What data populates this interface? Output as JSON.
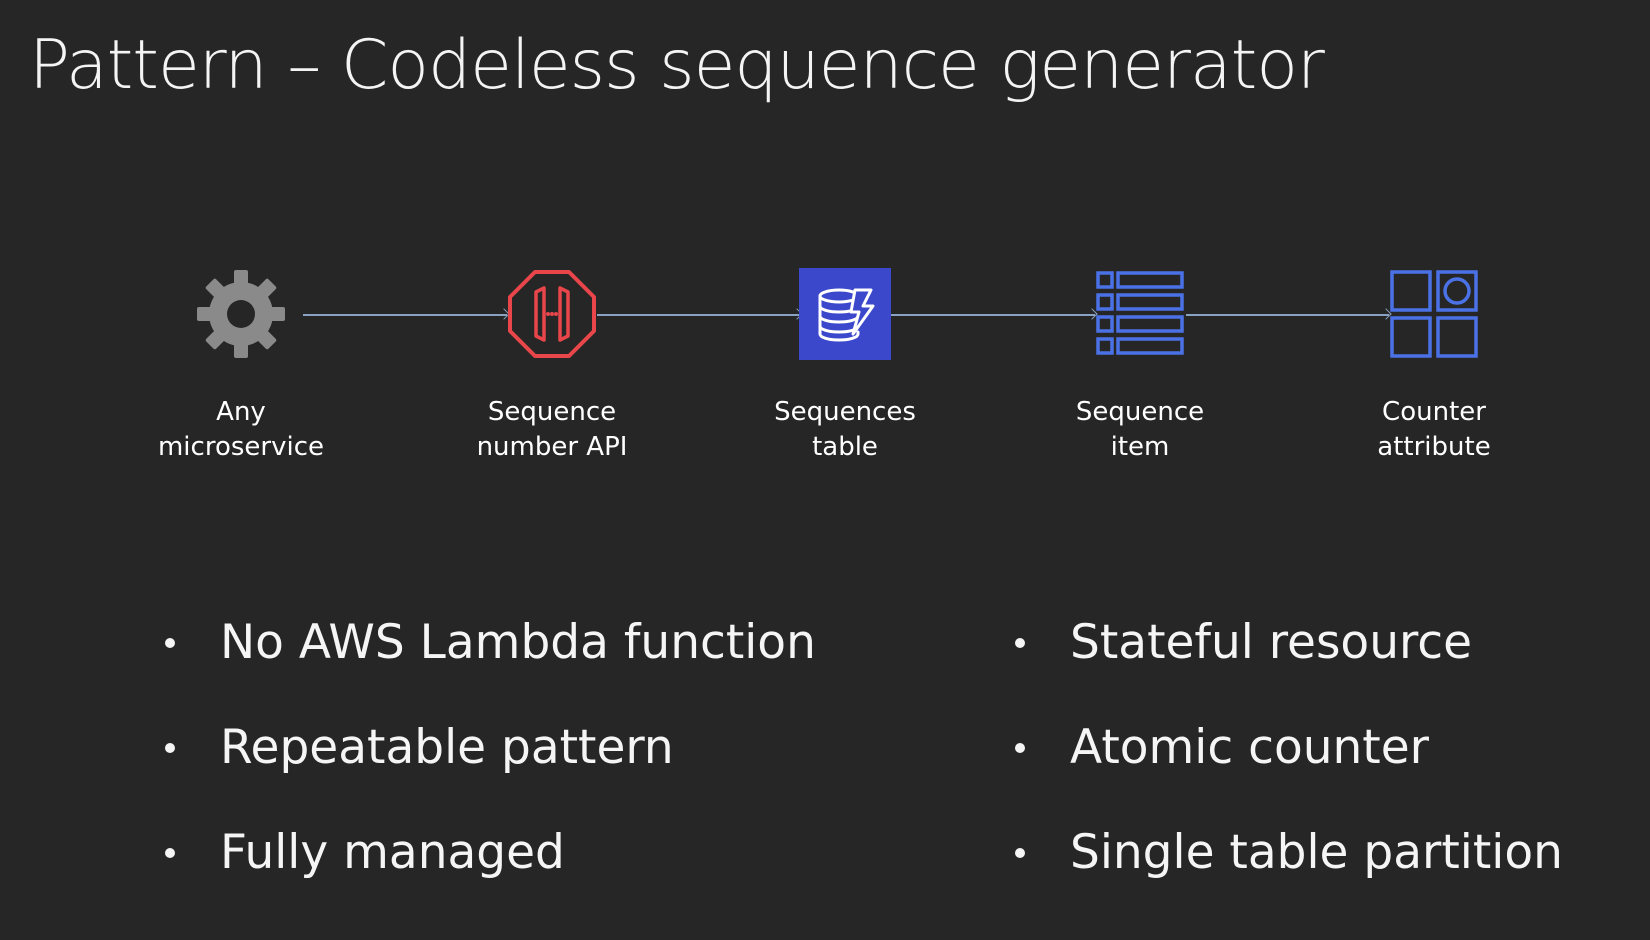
{
  "slide": {
    "title": "Pattern – Codeless sequence generator"
  },
  "flow": {
    "nodes": [
      {
        "id": "any-microservice",
        "line1": "Any",
        "line2": "microservice",
        "icon": "gear-icon"
      },
      {
        "id": "sequence-number-api",
        "line1": "Sequence",
        "line2": "number API",
        "icon": "api-gateway-icon"
      },
      {
        "id": "sequences-table",
        "line1": "Sequences",
        "line2": "table",
        "icon": "dynamodb-icon"
      },
      {
        "id": "sequence-item",
        "line1": "Sequence",
        "line2": "item",
        "icon": "table-item-icon"
      },
      {
        "id": "counter-attribute",
        "line1": "Counter",
        "line2": "attribute",
        "icon": "attribute-icon"
      }
    ]
  },
  "colors": {
    "background": "#262626",
    "gear": "#8a8a8a",
    "api_red": "#e8464a",
    "dynamodb_blue": "#3b48cc",
    "item_blue": "#4a72e6",
    "connector": "#8aa2c2"
  },
  "bullets_left": [
    "No AWS Lambda function",
    "Repeatable pattern",
    "Fully managed"
  ],
  "bullets_right": [
    "Stateful resource",
    "Atomic counter",
    "Single table partition"
  ]
}
